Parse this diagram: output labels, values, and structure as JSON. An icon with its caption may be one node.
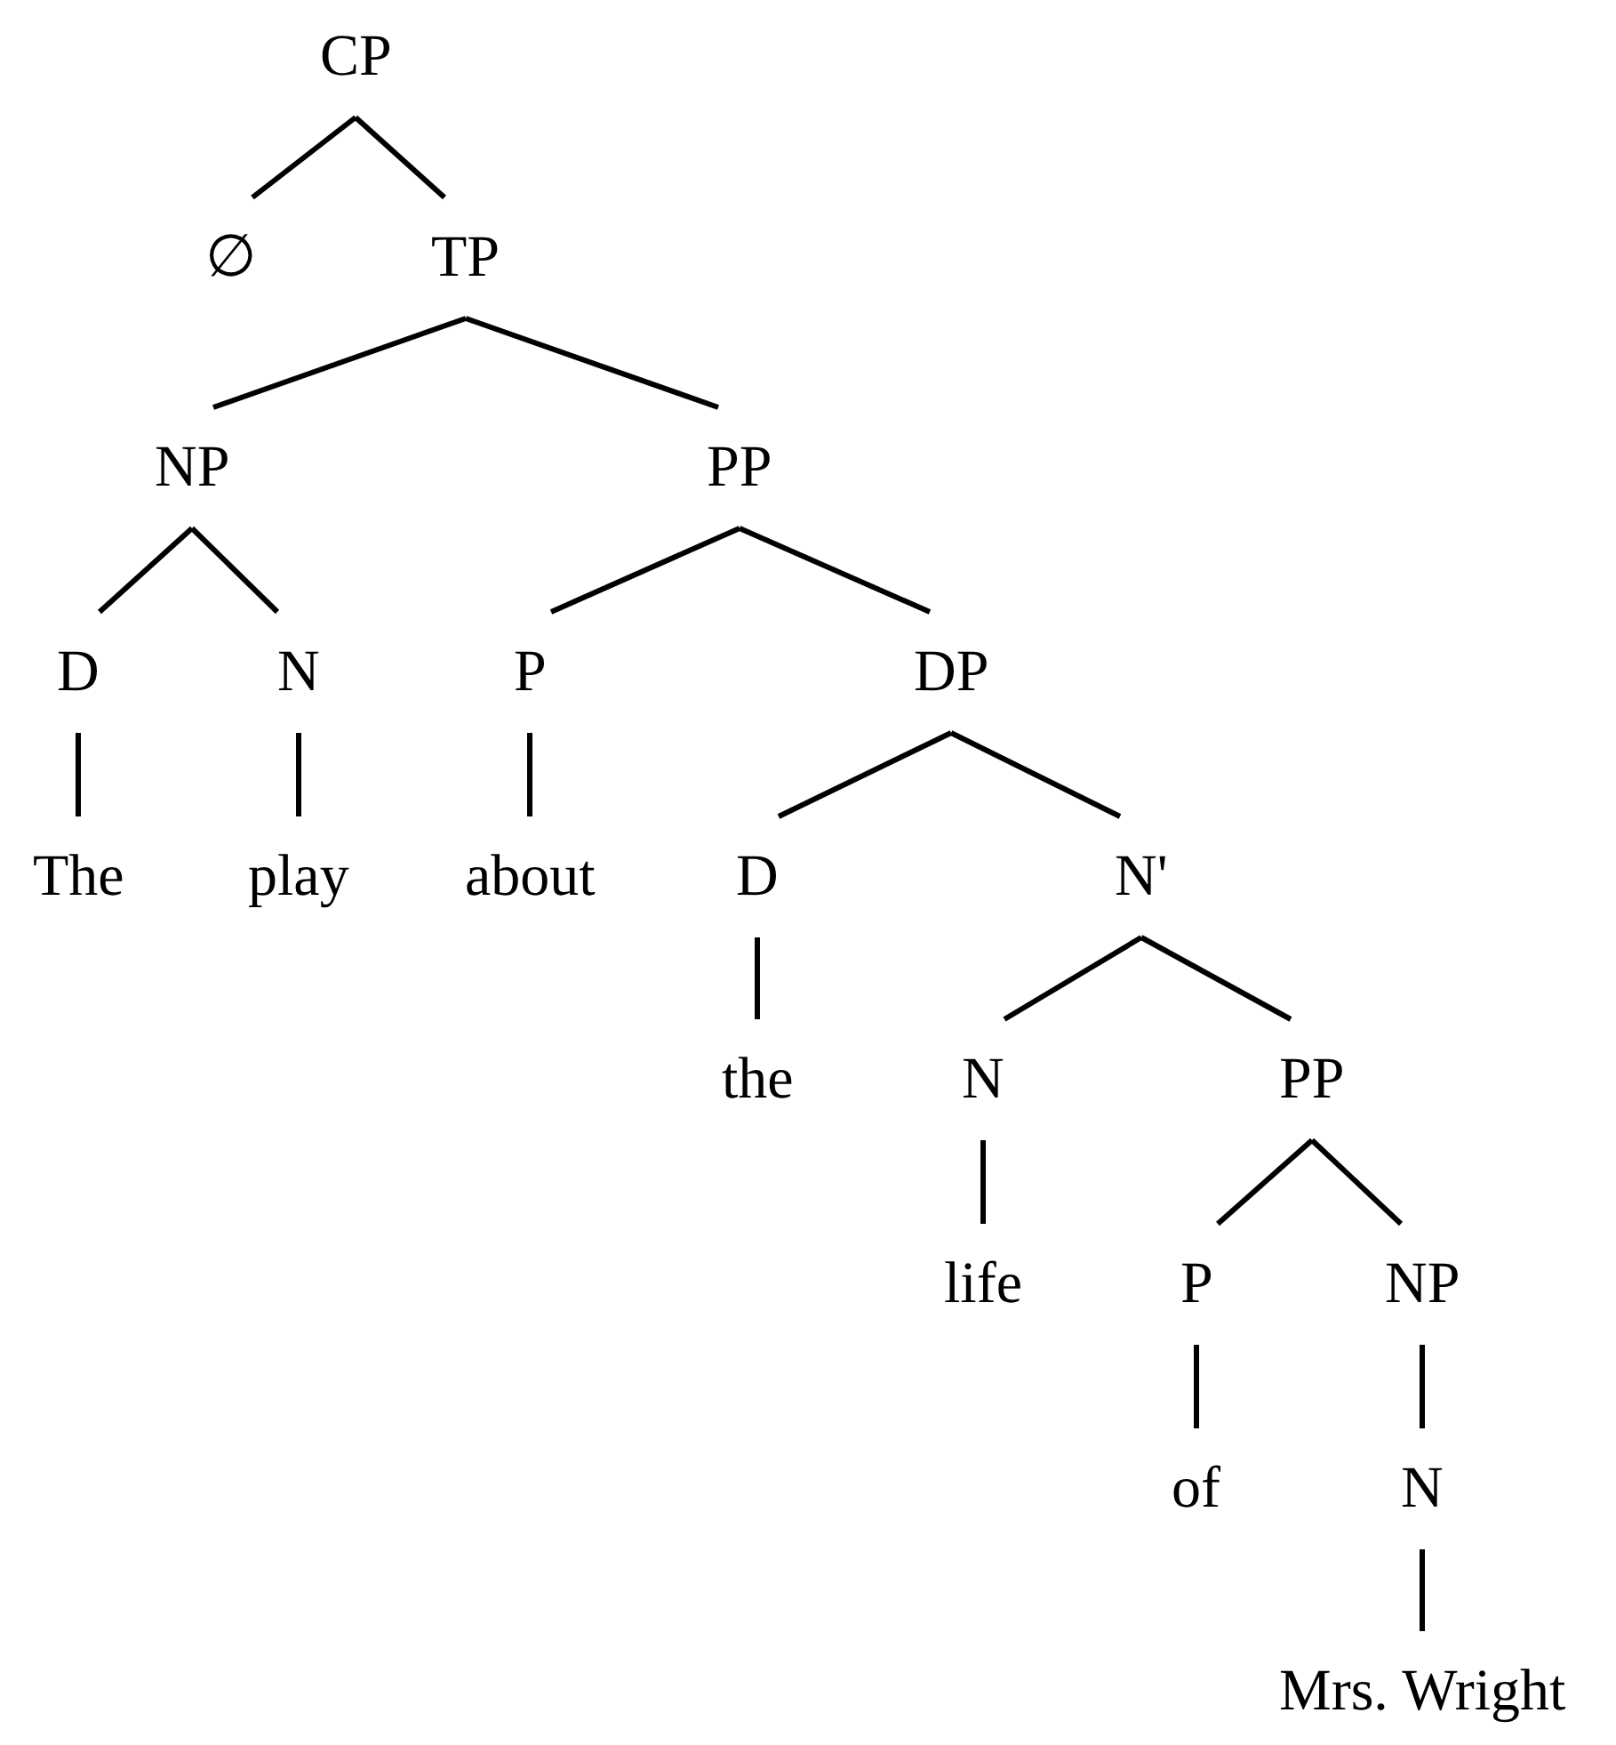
{
  "diagram": {
    "nodes": [
      {
        "text": [
          "CP"
        ]
      },
      {
        "text": [
          "∅"
        ]
      },
      {
        "text": [
          "TP"
        ]
      },
      {
        "text": [
          "NP"
        ]
      },
      {
        "text": [
          "PP"
        ]
      },
      {
        "text": [
          "D"
        ]
      },
      {
        "text": [
          "N"
        ]
      },
      {
        "text": [
          "P"
        ]
      },
      {
        "text": [
          "DP"
        ]
      },
      {
        "text": [
          "The"
        ]
      },
      {
        "text": [
          "play"
        ]
      },
      {
        "text": [
          "about"
        ]
      },
      {
        "text": [
          "D"
        ]
      },
      {
        "text": [
          "N'"
        ]
      },
      {
        "text": [
          "the"
        ]
      },
      {
        "text": [
          "N"
        ]
      },
      {
        "text": [
          "PP"
        ]
      },
      {
        "text": [
          "life"
        ]
      },
      {
        "text": [
          "P"
        ]
      },
      {
        "text": [
          "NP"
        ]
      },
      {
        "text": [
          "of"
        ]
      },
      {
        "text": [
          "N"
        ]
      },
      {
        "text": [
          "Mrs. Wright"
        ]
      }
    ],
    "edges": [
      {
        "from": 0,
        "to": 1,
        "arrow": "none"
      },
      {
        "from": 0,
        "to": 2,
        "arrow": "none"
      },
      {
        "from": 2,
        "to": 3,
        "arrow": "none"
      },
      {
        "from": 2,
        "to": 4,
        "arrow": "none"
      },
      {
        "from": 3,
        "to": 5,
        "arrow": "none"
      },
      {
        "from": 3,
        "to": 6,
        "arrow": "none"
      },
      {
        "from": 4,
        "to": 7,
        "arrow": "none"
      },
      {
        "from": 4,
        "to": 8,
        "arrow": "none"
      },
      {
        "from": 5,
        "to": 9,
        "arrow": "none"
      },
      {
        "from": 6,
        "to": 10,
        "arrow": "none"
      },
      {
        "from": 7,
        "to": 11,
        "arrow": "none"
      },
      {
        "from": 8,
        "to": 12,
        "arrow": "none"
      },
      {
        "from": 8,
        "to": 13,
        "arrow": "none"
      },
      {
        "from": 12,
        "to": 14,
        "arrow": "none"
      },
      {
        "from": 13,
        "to": 15,
        "arrow": "none"
      },
      {
        "from": 13,
        "to": 16,
        "arrow": "none"
      },
      {
        "from": 15,
        "to": 17,
        "arrow": "none"
      },
      {
        "from": 16,
        "to": 18,
        "arrow": "none"
      },
      {
        "from": 16,
        "to": 19,
        "arrow": "none"
      },
      {
        "from": 18,
        "to": 20,
        "arrow": "none"
      },
      {
        "from": 19,
        "to": 21,
        "arrow": "none"
      },
      {
        "from": 21,
        "to": 22,
        "arrow": "none"
      }
    ]
  }
}
